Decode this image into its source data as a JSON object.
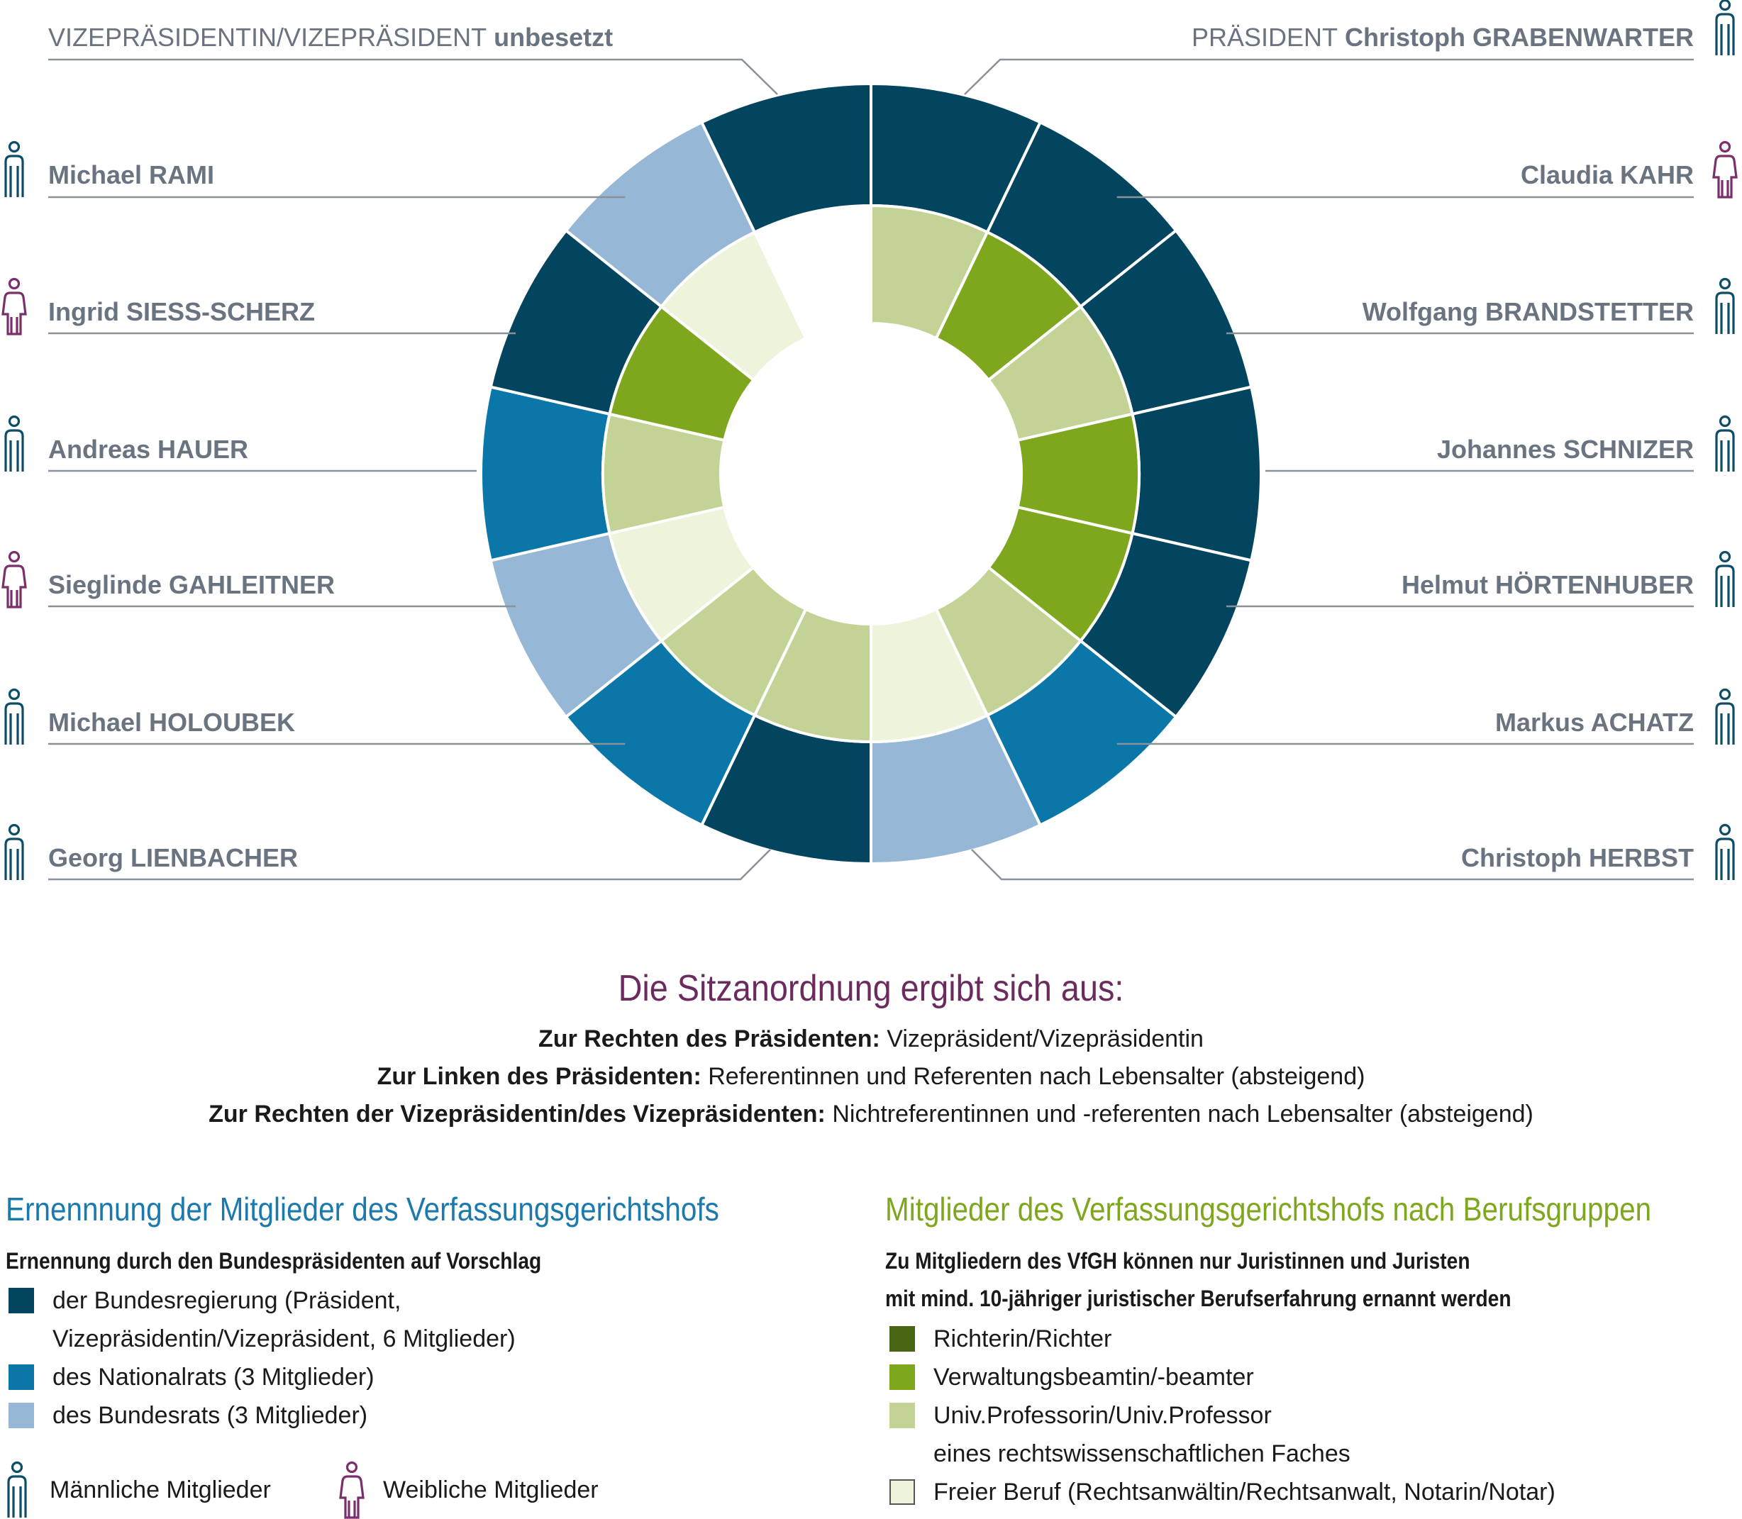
{
  "colors": {
    "bundesregierung": "#03445f",
    "nationalrat": "#0a77a8",
    "bundesrat": "#96b7d6",
    "richter": "#4a6614",
    "verwaltung": "#7fa71e",
    "professor": "#c3d396",
    "freier_beruf": "#eef3dc",
    "male": "#0e4d66",
    "female": "#7a2f6c",
    "appointment_heading": "#1b79ad",
    "profession_heading": "#7fa71e",
    "seat_heading": "#6b2b5e",
    "name_text": "#6a7380",
    "line": "#8a919a"
  },
  "members": {
    "left": [
      {
        "role": "VIZEPRÄSIDENTIN/VIZEPRÄSIDENT",
        "name": "unbesetzt",
        "gender": "none"
      },
      {
        "name": "Michael RAMI",
        "gender": "male"
      },
      {
        "name": "Ingrid SIESS-SCHERZ",
        "gender": "female"
      },
      {
        "name": "Andreas HAUER",
        "gender": "male"
      },
      {
        "name": "Sieglinde GAHLEITNER",
        "gender": "female"
      },
      {
        "name": "Michael HOLOUBEK",
        "gender": "male"
      },
      {
        "name": "Georg LIENBACHER",
        "gender": "male"
      }
    ],
    "right": [
      {
        "role": "PRÄSIDENT",
        "name": "Christoph GRABENWARTER",
        "gender": "male"
      },
      {
        "name": "Claudia KAHR",
        "gender": "female"
      },
      {
        "name": "Wolfgang BRANDSTETTER",
        "gender": "male"
      },
      {
        "name": "Johannes SCHNIZER",
        "gender": "male"
      },
      {
        "name": "Helmut HÖRTENHUBER",
        "gender": "male"
      },
      {
        "name": "Markus ACHATZ",
        "gender": "male"
      },
      {
        "name": "Christoph HERBST",
        "gender": "male"
      }
    ]
  },
  "ring": {
    "segments": 14,
    "outer": [
      "bundesregierung",
      "bundesregierung",
      "bundesregierung",
      "bundesregierung",
      "bundesregierung",
      "nationalrat",
      "bundesrat",
      "bundesregierung",
      "nationalrat",
      "bundesrat",
      "nationalrat",
      "bundesregierung",
      "bundesrat",
      "bundesregierung"
    ],
    "inner": [
      "professor",
      "verwaltung",
      "professor",
      "verwaltung",
      "verwaltung",
      "professor",
      "freier_beruf",
      "professor",
      "professor",
      "freier_beruf",
      "professor",
      "verwaltung",
      "freier_beruf",
      "none"
    ]
  },
  "seating": {
    "title": "Die Sitzanordnung ergibt sich aus:",
    "rules": [
      {
        "bold": "Zur Rechten des Präsidenten:",
        "text": " Vizepräsident/Vizepräsidentin"
      },
      {
        "bold": "Zur Linken des Präsidenten:",
        "text": " Referentinnen und Referenten nach Lebensalter (absteigend)"
      },
      {
        "bold": "Zur Rechten der Vizepräsidentin/des Vizepräsidenten:",
        "text": " Nichtreferentinnen und -referenten nach Lebensalter (absteigend)"
      }
    ]
  },
  "appointment": {
    "heading": "Ernennnung der Mitglieder des Verfassungsgerichtshofs",
    "subheading": "Ernennung durch den Bundespräsidenten auf Vorschlag",
    "items": [
      {
        "label": "der Bundesregierung (Präsident,",
        "cont": "Vizepräsidentin/Vizepräsident, 6 Mitglieder)",
        "color": "#03445f"
      },
      {
        "label": "des Nationalrats (3 Mitglieder)",
        "color": "#0a77a8"
      },
      {
        "label": "des Bundesrats (3 Mitglieder)",
        "color": "#96b7d6"
      }
    ],
    "male_label": "Männliche Mitglieder",
    "female_label": "Weibliche  Mitglieder"
  },
  "profession": {
    "heading": "Mitglieder des Verfassungsgerichtshofs nach Berufsgruppen",
    "subheading_1": "Zu Mitgliedern des VfGH können nur Juristinnen und Juristen",
    "subheading_2": "mit mind. 10-jähriger juristischer Berufserfahrung ernannt werden",
    "items": [
      {
        "label": "Richterin/Richter",
        "color": "#4a6614"
      },
      {
        "label": "Verwaltungsbeamtin/-beamter",
        "color": "#7fa71e"
      },
      {
        "label": "Univ.Professorin/Univ.Professor",
        "cont": "eines rechtswissenschaftlichen Faches",
        "color": "#c3d396"
      },
      {
        "label": "Freier Beruf (Rechtsanwältin/Rechtsanwalt, Notarin/Notar)",
        "color": "#eef3dc"
      }
    ]
  }
}
